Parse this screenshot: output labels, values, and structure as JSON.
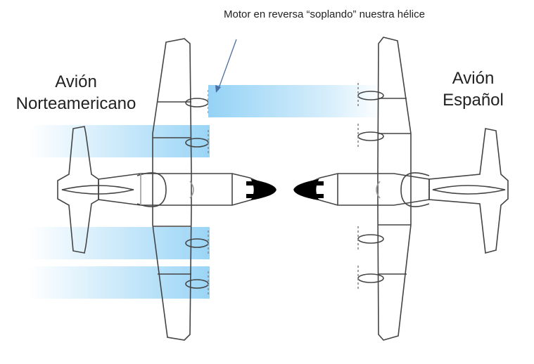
{
  "annotation": {
    "text": "Motor en reversa “soplando” nuestra hélice"
  },
  "left_plane": {
    "label_line1": "Avión",
    "label_line2": "Norteamericano"
  },
  "right_plane": {
    "label_line1": "Avión",
    "label_line2": "Español"
  },
  "colors": {
    "airflow": "#8fd0f5",
    "outline": "#444444",
    "arrow": "#4a6fa5",
    "prop": "#000000"
  }
}
